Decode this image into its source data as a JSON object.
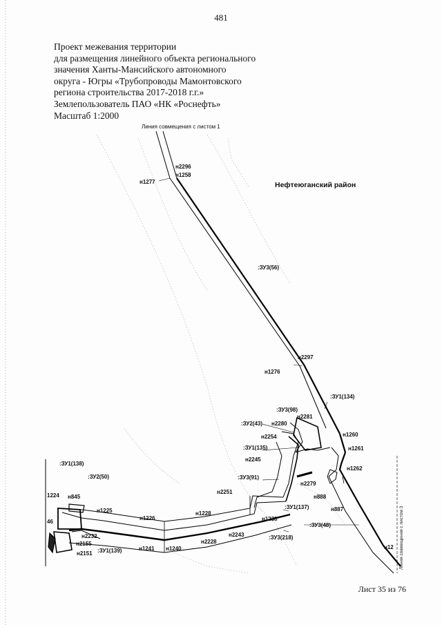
{
  "page_number": "481",
  "title_lines": [
    "Проект межевания территории",
    "для размещения линейного объекта регионального",
    "значения Ханты-Мансийского автономного",
    "округа - Югры «Трубопроводы Мамонтовского",
    "региона строительства 2017-2018 г.г.»",
    "Землепользователь ПАО «НК «Роснефть»",
    "Масштаб 1:2000"
  ],
  "sheet_number": "Лист 35 из 76",
  "map": {
    "match_line_top": "Линия совмещения с листом 1",
    "match_line_right": "Линия совмещения с листом 3",
    "region": "Нефтеюганский район",
    "parcels": {
      "zu3_56": ":ЗУ3(56)",
      "zu1_134": ":ЗУ1(134)",
      "zu3_98": ":ЗУ3(98)",
      "zu2_43": ":ЗУ2(43)",
      "zu1_135": ":ЗУ1(135)",
      "zu3_91": ":ЗУ3(91)",
      "zu1_137": ":ЗУ1(137)",
      "zu3_48": ":ЗУ3(48)",
      "zu3_218": ":ЗУ3(218)",
      "zu1_138": ":ЗУ1(138)",
      "zu2_50": ":ЗУ2(50)",
      "zu1_139": ":ЗУ1(139)"
    },
    "points": {
      "n2296": "н2296",
      "n1258": "н1258",
      "n1277": "н1277",
      "n2297": "н2297",
      "n1276": "н1276",
      "n2281": "н2281",
      "n2280": "н2280",
      "n2254": "н2254",
      "n1260": "н1260",
      "n1261": "н1261",
      "n2245": "н2245",
      "n1262": "н1262",
      "n2279": "н2279",
      "n2251": "н2251",
      "n888": "н888",
      "n887": "н887",
      "n1224": "1224",
      "n845": "н845",
      "n1225": "н1225",
      "n1228": "н1228",
      "n1226": "н1226",
      "n1238": "н1238",
      "n46": "46",
      "n2232": "н2232",
      "n2243": "н2243",
      "n2228": "н2228",
      "n2155": "н2155",
      "n1241": "н1241",
      "n1240": "н1240",
      "n2151": "н2151",
      "n12edge": "н12"
    }
  }
}
